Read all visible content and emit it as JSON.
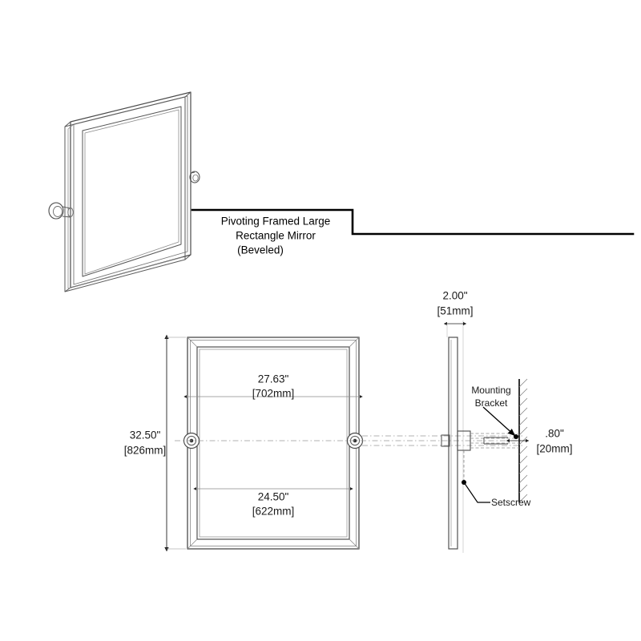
{
  "drawing": {
    "title_block": {
      "line1": "Pivoting Framed Large",
      "line2": "Rectangle Mirror",
      "line3": "(Beveled)"
    },
    "views": {
      "isometric": "isometric-mirror-view",
      "front": "front-elevation-view",
      "side": "side-section-view"
    },
    "dimensions": {
      "overall_height": {
        "imperial": "32.50\"",
        "metric": "[826mm]"
      },
      "outer_width": {
        "imperial": "27.63\"",
        "metric": "[702mm]"
      },
      "inner_width": {
        "imperial": "24.50\"",
        "metric": "[622mm]"
      },
      "standoff_depth": {
        "imperial": "2.00\"",
        "metric": "[51mm]"
      },
      "bracket_projection": {
        "imperial": ".80\"",
        "metric": "[20mm]"
      }
    },
    "annotations": {
      "mounting_bracket_line1": "Mounting",
      "mounting_bracket_line2": "Bracket",
      "setscrew": "Setscrew"
    },
    "colors": {
      "line": "#000000",
      "light_line": "#9a9a9a",
      "hidden_line": "#8c8c8c",
      "background": "#ffffff"
    }
  }
}
